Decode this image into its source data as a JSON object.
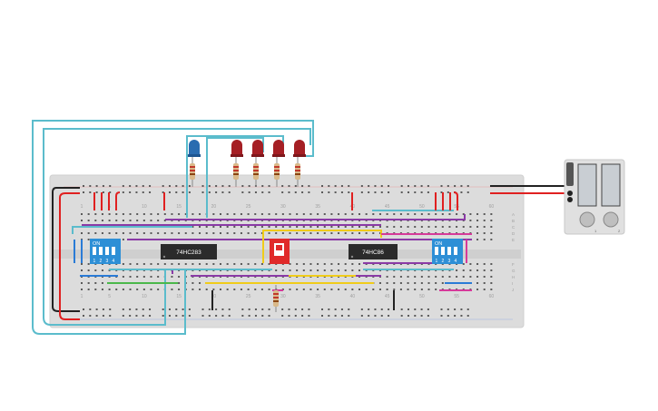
{
  "chips": {
    "adder": {
      "label": "74HC283"
    },
    "xor": {
      "label": "74HC86"
    }
  },
  "dip_left": {
    "on_label": "ON",
    "pins": [
      "1",
      "2",
      "3",
      "4"
    ]
  },
  "dip_right": {
    "on_label": "ON",
    "pins": [
      "1",
      "2",
      "3",
      "4"
    ]
  },
  "breadboard": {
    "column_numbers": [
      "1",
      "5",
      "10",
      "15",
      "20",
      "25",
      "30",
      "35",
      "40",
      "45",
      "50",
      "55",
      "60"
    ],
    "row_letters_top": [
      "A",
      "B",
      "C",
      "D",
      "E"
    ],
    "row_letters_bottom": [
      "F",
      "G",
      "H",
      "I",
      "J"
    ]
  },
  "power_supply": {
    "terminal_labels": [
      "1",
      "2"
    ]
  },
  "colors": {
    "wire_cyan": "#5bbccc",
    "wire_red": "#e02020",
    "wire_black": "#222222",
    "wire_purple": "#8a3aa6",
    "wire_yellow": "#f0cc1a",
    "wire_blue": "#2a7bd6",
    "wire_pink": "#d63a9a",
    "wire_green": "#4ab84a",
    "led_red": "#a51f24",
    "led_blue": "#2a6cb0",
    "dip_blue": "#2d8fd6",
    "dip_red": "#e02a2a"
  }
}
